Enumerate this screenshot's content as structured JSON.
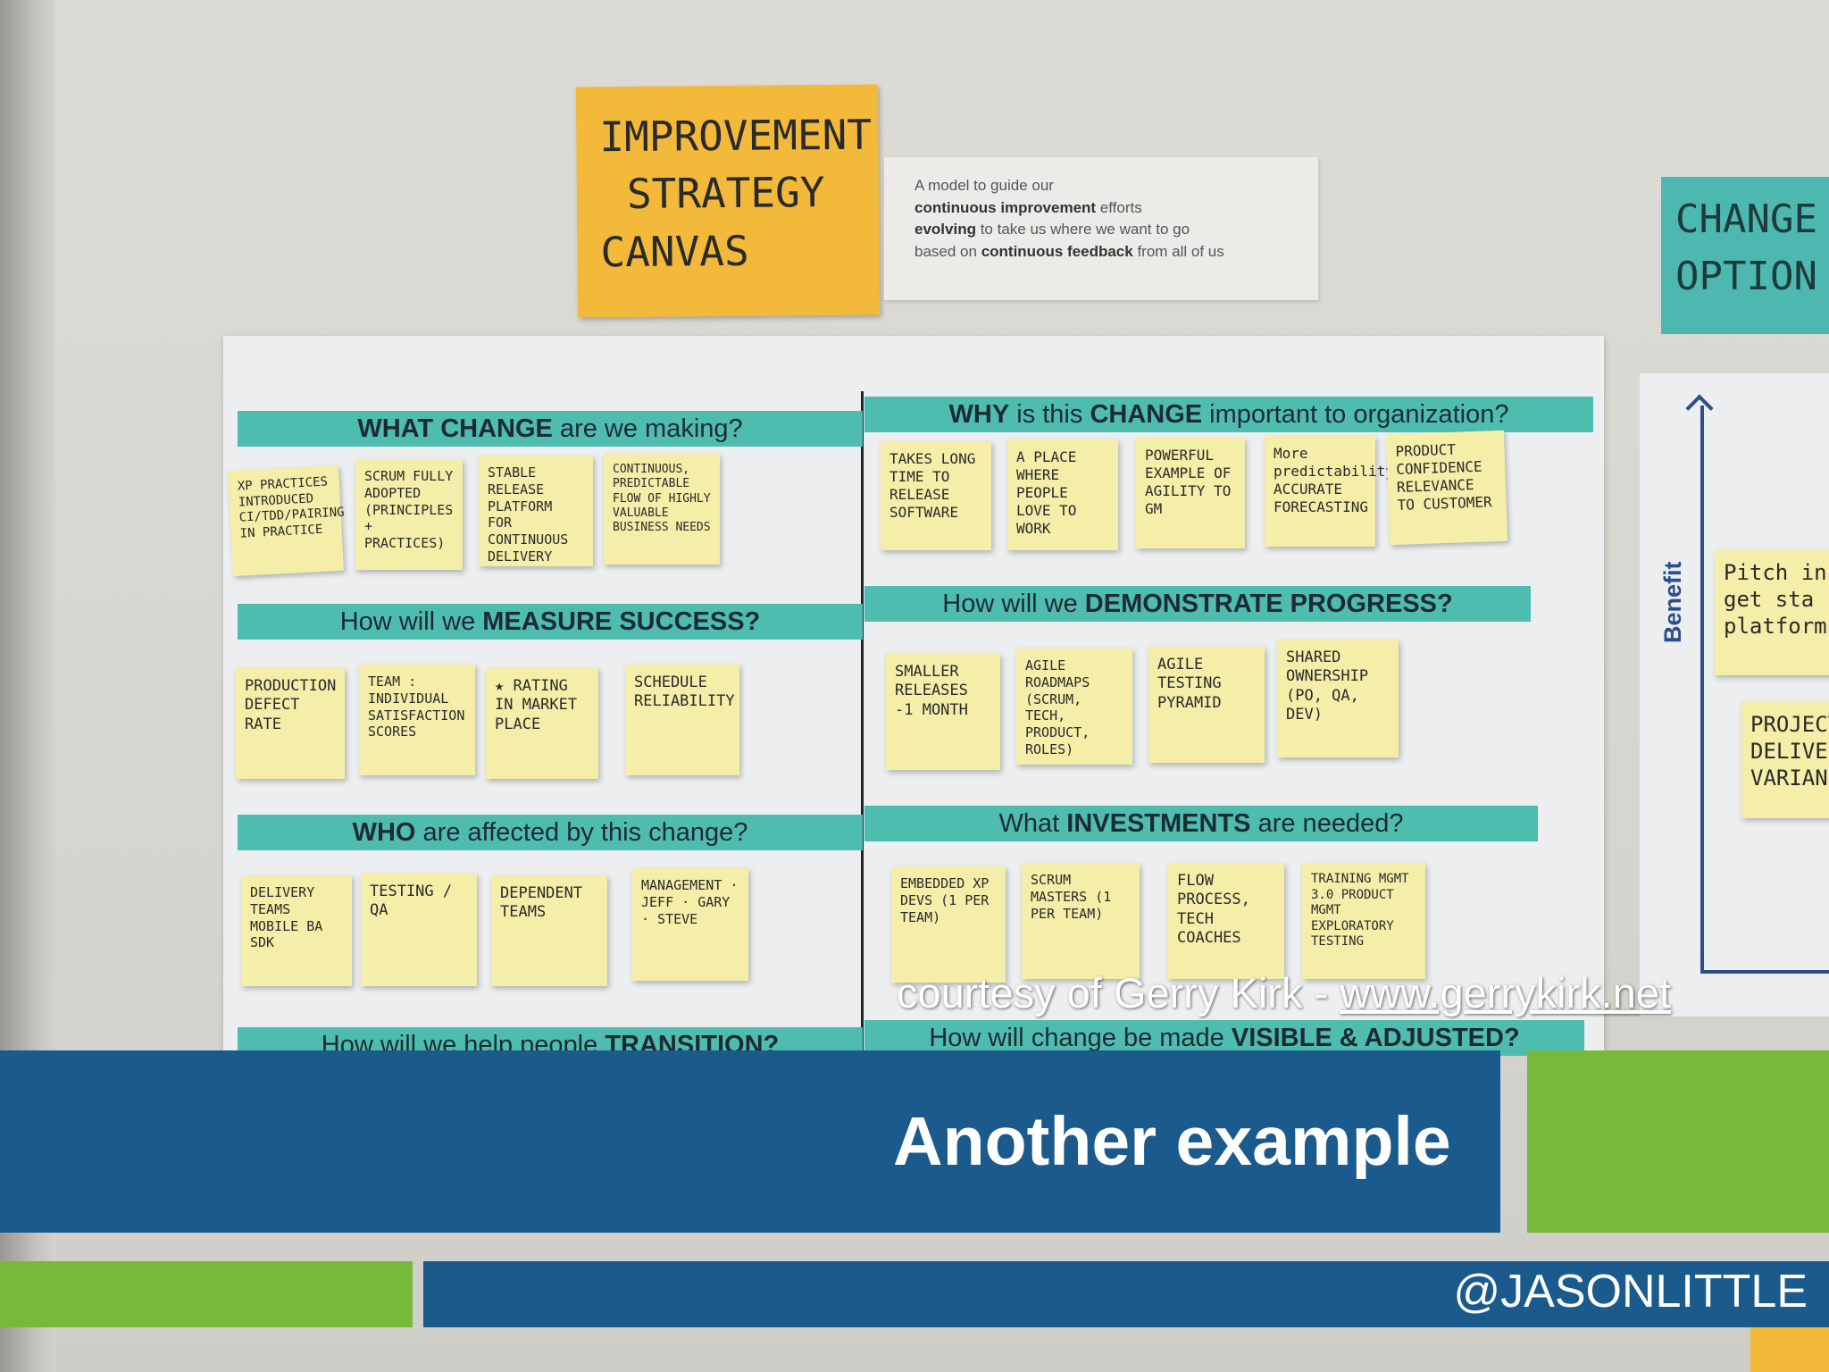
{
  "title_sticky": [
    "IMPROVEMENT",
    "STRATEGY",
    "CANVAS"
  ],
  "model_card": {
    "line1": "A model to guide our",
    "line2_bold": "continuous improvement",
    "line2_rest": " efforts",
    "line3_bold": "evolving",
    "line3_rest": " to take us where we want to go",
    "line4_pre": "based on ",
    "line4_bold": "continuous feedback",
    "line4_rest": " from all of us"
  },
  "change_card": [
    "CHANGE",
    "OPTION"
  ],
  "canvas": {
    "sections": [
      {
        "pre": "",
        "bold": "WHAT CHANGE",
        "post": " are we making?"
      },
      {
        "pre": "",
        "bold": "WHY",
        "mid": " is this ",
        "bold2": "CHANGE",
        "post": " important to organization?"
      },
      {
        "pre": "How will we ",
        "bold": "MEASURE SUCCESS?",
        "post": ""
      },
      {
        "pre": "How will we ",
        "bold": "DEMONSTRATE PROGRESS?",
        "post": ""
      },
      {
        "pre": "",
        "bold": "WHO",
        "post": " are affected by this change?"
      },
      {
        "pre": "What ",
        "bold": "INVESTMENTS",
        "post": " are needed?"
      },
      {
        "pre": "How will we help people ",
        "bold": "TRANSITION?",
        "post": ""
      },
      {
        "pre": "How will change be made ",
        "bold": "VISIBLE & ADJUSTED?",
        "post": ""
      }
    ],
    "stickies": [
      "XP PRACTICES INTRODUCED CI/TDD/PAIRING IN PRACTICE",
      "SCRUM FULLY ADOPTED (PRINCIPLES + PRACTICES)",
      "STABLE RELEASE PLATFORM FOR CONTINUOUS DELIVERY",
      "CONTINUOUS, PREDICTABLE FLOW OF HIGHLY VALUABLE BUSINESS NEEDS",
      "TAKES LONG TIME TO RELEASE SOFTWARE",
      "A PLACE WHERE PEOPLE LOVE TO WORK",
      "POWERFUL EXAMPLE OF AGILITY TO GM",
      "More predictability ACCURATE FORECASTING",
      "PRODUCT CONFIDENCE RELEVANCE TO CUSTOMER",
      "PRODUCTION DEFECT RATE",
      "TEAM : INDIVIDUAL SATISFACTION SCORES",
      "★ RATING IN MARKET PLACE",
      "SCHEDULE RELIABILITY",
      "SMALLER RELEASES -1 MONTH",
      "AGILE ROADMAPS (SCRUM, TECH, PRODUCT, ROLES)",
      "AGILE TESTING PYRAMID",
      "SHARED OWNERSHIP (PO, QA, DEV)",
      "DELIVERY TEAMS MOBILE BA SDK",
      "TESTING / QA",
      "DEPENDENT TEAMS",
      "MANAGEMENT · JEFF · GARY · STEVE",
      "EMBEDDED XP DEVS (1 PER TEAM)",
      "SCRUM MASTERS (1 PER TEAM)",
      "FLOW PROCESS, TECH COACHES",
      "TRAINING MGMT 3.0 PRODUCT MGMT EXPLORATORY TESTING"
    ]
  },
  "right_poster": {
    "axis_label": "Benefit",
    "stickies": [
      "Pitch in get sta platform",
      "PROJECT DELIVE VARIAN"
    ]
  },
  "courtesy": {
    "text": "courtesy of Gerry Kirk - ",
    "link": "www.gerrykirk.net"
  },
  "banner": {
    "title": "Another example"
  },
  "handle": "@JASONLITTLE",
  "colors": {
    "banner_blue": "#1b5a8c",
    "accent_green": "#76b93b",
    "canvas_teal": "#4fbcb0",
    "sticky_yellow": "#f5eea8"
  }
}
